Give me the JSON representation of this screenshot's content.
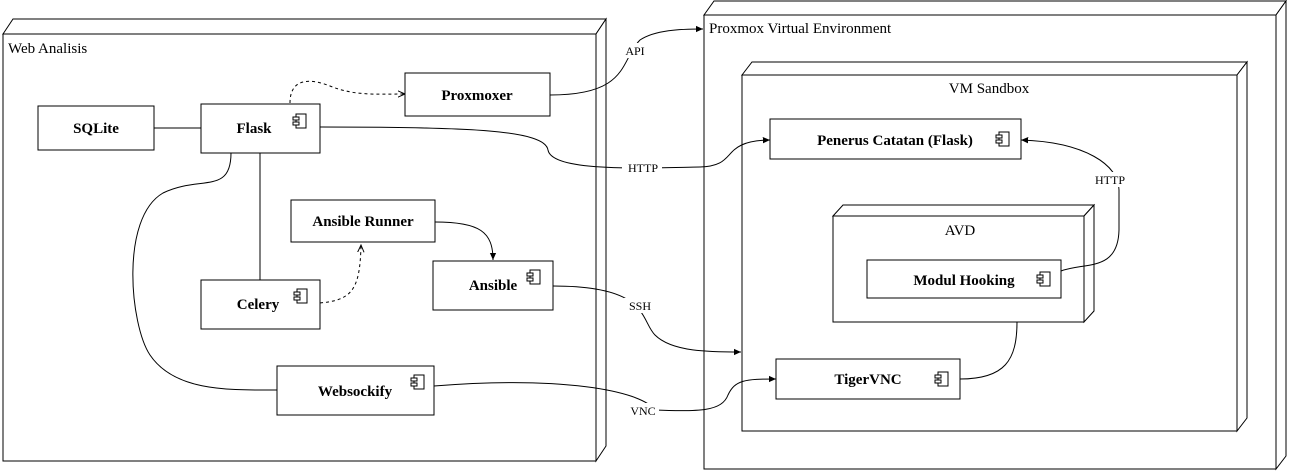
{
  "containers": {
    "web_analisis": "Web Analisis",
    "proxmox": "Proxmox Virtual Environment",
    "vm_sandbox": "VM Sandbox",
    "avd": "AVD"
  },
  "components": {
    "sqlite": "SQLite",
    "flask": "Flask",
    "proxmoxer": "Proxmoxer",
    "ansible_runner": "Ansible Runner",
    "ansible": "Ansible",
    "celery": "Celery",
    "websockify": "Websockify",
    "penerus_catatan": "Penerus Catatan (Flask)",
    "modul_hooking": "Modul Hooking",
    "tigervnc": "TigerVNC"
  },
  "edges": {
    "api": "API",
    "http_flask": "HTTP",
    "http_hooking": "HTTP",
    "ssh": "SSH",
    "vnc": "VNC"
  }
}
